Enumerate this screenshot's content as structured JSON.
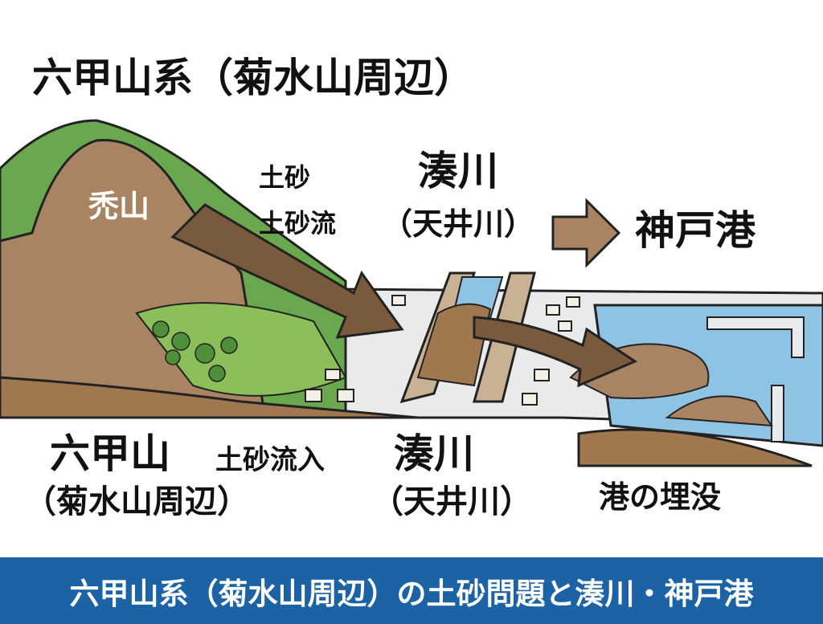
{
  "title": "六甲山系（菊水山周辺）",
  "labels": {
    "bald_mountain": "禿山",
    "sediment": "土砂",
    "debris_flow": "土砂流",
    "minatogawa_top": "湊川",
    "raised_bed_river_top": "（天井川）",
    "kobe_port": "神戸港",
    "mt_rokko": "六甲山",
    "kikusui_area": "（菊水山周辺）",
    "sediment_inflow": "土砂流入",
    "minatogawa_bottom": "湊川",
    "raised_bed_river_bottom": "（天井川）",
    "port_burial": "港の埋没"
  },
  "banner": "六甲山系（菊水山周辺）の土砂問題と湊川・神戸港",
  "colors": {
    "banner": "#1c63a6",
    "mountain_green": "#6aa84f",
    "soil_brown": "#a07850",
    "arrow_brown": "#7a5a3c",
    "water_blue": "#8fc3e3"
  }
}
